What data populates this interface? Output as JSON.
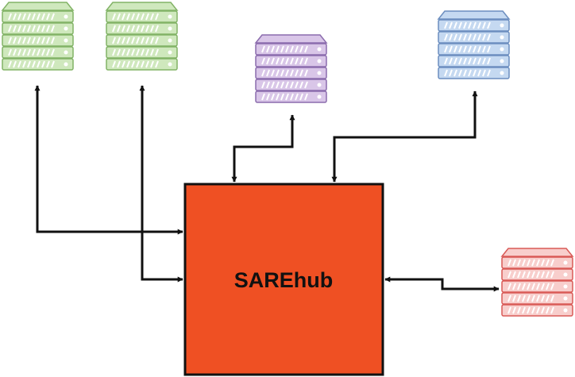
{
  "hub": {
    "label": "SAREhub",
    "fill": "#ef5023",
    "stroke": "#111111"
  },
  "connector_color": "#111111",
  "servers": [
    {
      "name": "server-green-1",
      "icon": "server-rack-icon",
      "units": 5,
      "fill": "#cfe8bd",
      "stroke": "#82b366"
    },
    {
      "name": "server-green-2",
      "icon": "server-rack-icon",
      "units": 5,
      "fill": "#cfe8bd",
      "stroke": "#82b366"
    },
    {
      "name": "server-purple",
      "icon": "server-rack-icon",
      "units": 5,
      "fill": "#d9c6e8",
      "stroke": "#8b6cad"
    },
    {
      "name": "server-blue",
      "icon": "server-rack-icon",
      "units": 5,
      "fill": "#c5d9f1",
      "stroke": "#6c8ebf"
    },
    {
      "name": "server-red",
      "icon": "server-rack-icon",
      "units": 5,
      "fill": "#f8cecc",
      "stroke": "#d95a57"
    }
  ]
}
